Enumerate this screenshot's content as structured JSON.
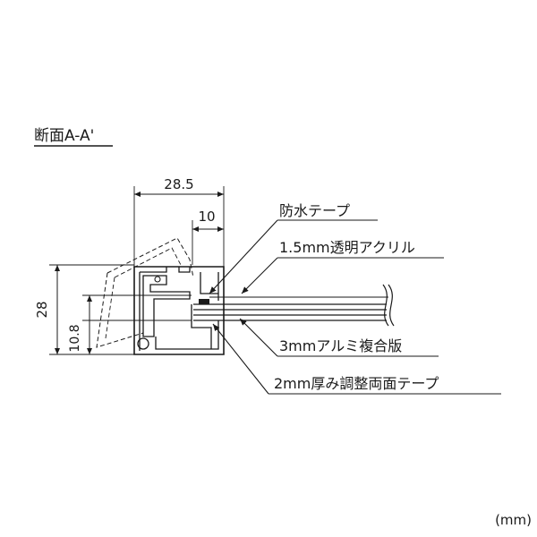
{
  "section_title": "断面A-A'",
  "dimensions": {
    "overall_width": "28.5",
    "inner_width": "10",
    "overall_height": "28",
    "lower_height": "10.8"
  },
  "callouts": {
    "waterproof_tape": "防水テープ",
    "acrylic": "1.5mm透明アクリル",
    "aluminum_composite": "3mmアルミ複合版",
    "adjust_tape": "2mm厚み調整両面テープ"
  },
  "unit_note": "(mm)"
}
